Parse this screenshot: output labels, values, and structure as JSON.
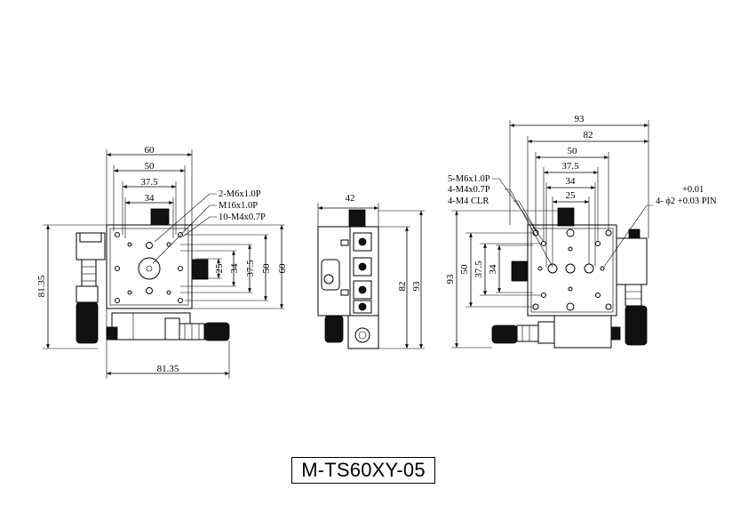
{
  "model": "M-TS60XY-05",
  "front_view": {
    "top_dims": [
      "60",
      "50",
      "37.5",
      "34"
    ],
    "right_dims": [
      "25",
      "34",
      "37.5",
      "50",
      "60"
    ],
    "left_dim": "81.35",
    "bottom_dim": "81.35",
    "callouts": [
      "2-M6x1.0P",
      "M16x1.0P",
      "10-M4x0.7P"
    ]
  },
  "side_view": {
    "top_dim": "42",
    "right_dims": [
      "82",
      "93"
    ]
  },
  "top_view": {
    "top_dims": [
      "93",
      "82",
      "50",
      "37.5",
      "34",
      "25"
    ],
    "left_dims": [
      "93",
      "50",
      "37.5",
      "34"
    ],
    "callouts_left": [
      "5-M6x1.0P",
      "4-M4x0.7P",
      "4-M4 CLR"
    ],
    "pin_callout": {
      "prefix": "4- ",
      "symbol": "ϕ",
      "size": "2",
      "tol_upper": "+0.01",
      "tol_lower": "+0.03",
      "suffix": "PIN"
    }
  }
}
